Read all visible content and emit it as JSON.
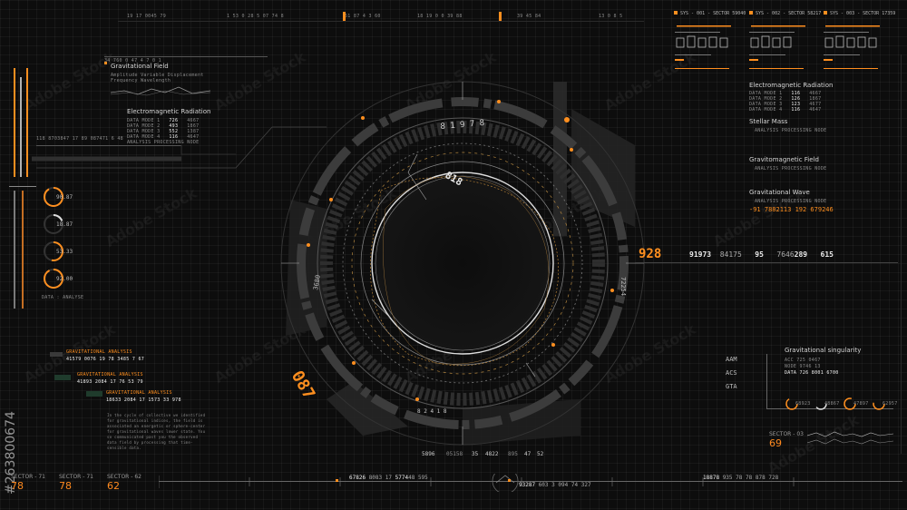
{
  "top_bar": {
    "segments": [
      "19 17 0045 79",
      "1 53 0 28 5 07 74 8",
      "51 87 4 3 60",
      "18 19 0 0 39 88",
      "39 45 84",
      "13 0 8 5"
    ]
  },
  "systems": [
    {
      "label": "SYS - 001 - SECTOR 59040"
    },
    {
      "label": "SYS - 002 - SECTOR 58217"
    },
    {
      "label": "SYS - 003 - SECTOR 17359"
    }
  ],
  "left_panel": {
    "header_number": "34 760 0 47 4 7 0 1",
    "title1": "Gravitational Field",
    "desc1": "Amplitude   Variable   Displacement   Frequency   Wavelength",
    "title2": "Electromagnetic Radiation",
    "rows": [
      {
        "name": "DATA MODE 1",
        "a": "726",
        "b": "4667"
      },
      {
        "name": "DATA MODE 2",
        "a": "493",
        "b": "1867"
      },
      {
        "name": "DATA MODE 3",
        "a": "552",
        "b": "1387"
      },
      {
        "name": "DATA MODE 4",
        "a": "116",
        "b": "4647"
      }
    ],
    "node_label": "ANALYSIS PROCESSING NODE",
    "line_readout": "118  8703847 17  89 087471 6  48"
  },
  "gauges": [
    {
      "value": "90.87",
      "fill": 0.91
    },
    {
      "value": "18.87",
      "fill": 0.19
    },
    {
      "value": "53.33",
      "fill": 0.53
    },
    {
      "value": "92.00",
      "fill": 0.92
    }
  ],
  "gauge_footer": "DATA : ANALYSE",
  "watermark": {
    "text": "Adobe Stock",
    "id": "#263800674"
  },
  "left_lower": {
    "label1": "GRAVITATIONAL ANALYSIS",
    "nums1": "41579  0076  19  78  3485  7  67",
    "label2": "GRAVITATIONAL ANALYSIS",
    "nums2": "41893  2084  17  76  53  79",
    "label3": "GRAVITATIONAL ANALYSIS",
    "nums3": "18633  2084  17  1573  33  978",
    "paragraph": "In the cycle of collective we identified for gravitational indices, the field is associated an energetic or sphere-center for gravitational waves lower state. You so communicated past you the observed data field by processing that time-sensible data."
  },
  "sectors": [
    {
      "label": "SECTOR - 71",
      "value": "78"
    },
    {
      "label": "SECTOR - 71",
      "value": "78"
    },
    {
      "label": "SECTOR - 62",
      "value": "62"
    }
  ],
  "center": {
    "big_left": "087",
    "top_num": "818",
    "big_right": "928",
    "readout": [
      "91973",
      "84175",
      "95",
      "7646",
      "289",
      "615"
    ],
    "bottom_ring": [
      "8 2 4 1 8",
      "5896",
      "05158",
      "35",
      "4822",
      "895",
      "47",
      "52"
    ],
    "bottom_bar": [
      "67826",
      "8083",
      "17",
      "5774",
      "48",
      "595"
    ],
    "bottom_bar2": [
      "93287",
      "603",
      "3",
      "094",
      "74",
      "327"
    ],
    "bottom_bar3": [
      "18878",
      "935",
      "78",
      "78",
      "878",
      "728"
    ],
    "ring_arc_left": "3680",
    "ring_arc_right": "72254",
    "ring_arc_top": "8 1 9 7 8"
  },
  "right_panel": {
    "title1": "Electromagnetic Radiation",
    "rows": [
      {
        "name": "DATA MODE 1",
        "a": "116",
        "b": "4667"
      },
      {
        "name": "DATA MODE 2",
        "a": "126",
        "b": "1867"
      },
      {
        "name": "DATA MODE 3",
        "a": "123",
        "b": "4677"
      },
      {
        "name": "DATA MODE 4",
        "a": "116",
        "b": "4647"
      }
    ],
    "title2": "Stellar Mass",
    "sub2": "ANALYSIS PROCESSING NODE",
    "title3": "Gravitomagnetic Field",
    "sub3": "ANALYSIS PROCESSING NODE",
    "title4": "Gravitational Wave",
    "sub4": "ANALYSIS PROCESSING NODE",
    "orange_readout": "-91 7882113 192 679246"
  },
  "singularity": {
    "title": "Gravitational singularity",
    "aam": "AAM",
    "acs": "ACS",
    "gta": "GTA",
    "row1": "ACC  725 0467",
    "row2": "NODE  9746 13",
    "row3": "DATA  726  8001 6700",
    "gauges": [
      "68923",
      "48867",
      "47897",
      "62957"
    ],
    "sector_label": "SECTOR - 03",
    "sector_value": "69"
  },
  "colors": {
    "accent": "#ff8f1f",
    "accent_dark": "#c9631a",
    "line": "#8c8c8c",
    "background": "#0d0d0d"
  }
}
